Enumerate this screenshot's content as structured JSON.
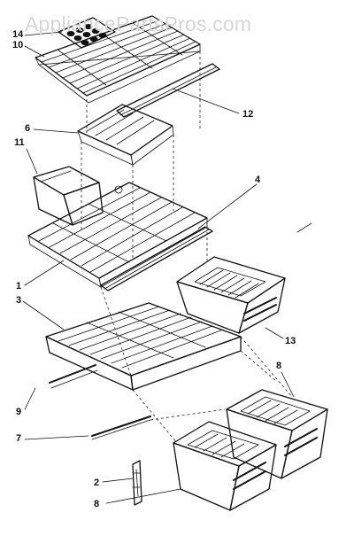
{
  "watermark": "AppliancePartsPros.com",
  "callouts": [
    {
      "id": "14",
      "label": "14"
    },
    {
      "id": "10",
      "label": "10"
    },
    {
      "id": "12",
      "label": "12"
    },
    {
      "id": "6",
      "label": "6"
    },
    {
      "id": "11",
      "label": "11"
    },
    {
      "id": "4",
      "label": "4"
    },
    {
      "id": "1",
      "label": "1"
    },
    {
      "id": "3",
      "label": "3"
    },
    {
      "id": "13",
      "label": "13"
    },
    {
      "id": "8a",
      "label": "8"
    },
    {
      "id": "9",
      "label": "9"
    },
    {
      "id": "7",
      "label": "7"
    },
    {
      "id": "2",
      "label": "2"
    },
    {
      "id": "8b",
      "label": "8"
    }
  ]
}
